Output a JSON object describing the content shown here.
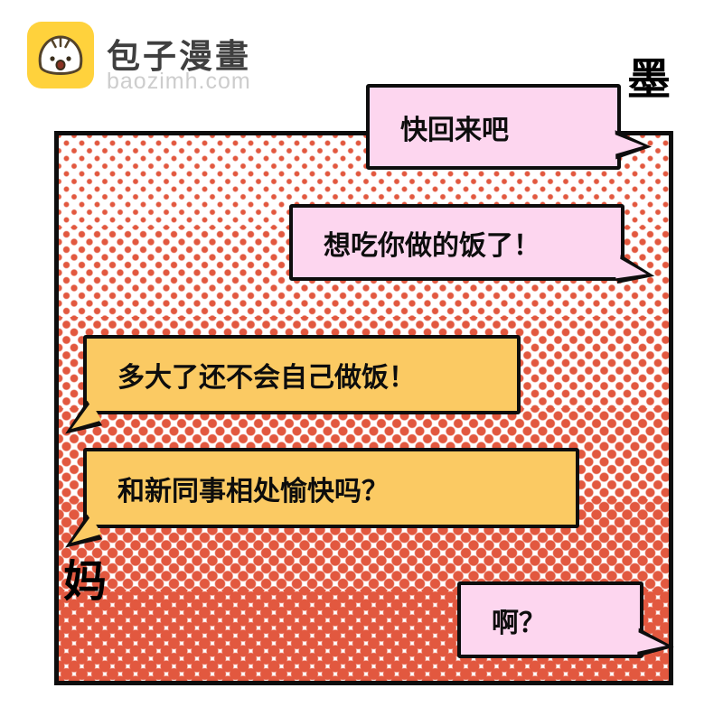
{
  "header": {
    "logo": {
      "title": "包子漫畫",
      "domain": "baozimh.com"
    },
    "corner_char": "墨"
  },
  "panel": {
    "speaker_char": "妈"
  },
  "chat": {
    "bubbles": [
      {
        "text": "快回来吧",
        "side": "right",
        "color": "pink"
      },
      {
        "text": "想吃你做的饭了！",
        "side": "right",
        "color": "pink"
      },
      {
        "text": "多大了还不会自己做饭！",
        "side": "left",
        "color": "yellow"
      },
      {
        "text": "和新同事相处愉快吗？",
        "side": "left",
        "color": "yellow"
      },
      {
        "text": "啊？",
        "side": "right",
        "color": "pink"
      }
    ]
  },
  "colors": {
    "bubble_pink": "#fdd6ef",
    "bubble_yellow": "#fbca63",
    "halftone_dot": "#e2583f",
    "logo_yellow": "#ffd23c",
    "domain_gray": "#cdcdcd",
    "outline_black": "#0d0d0d"
  }
}
